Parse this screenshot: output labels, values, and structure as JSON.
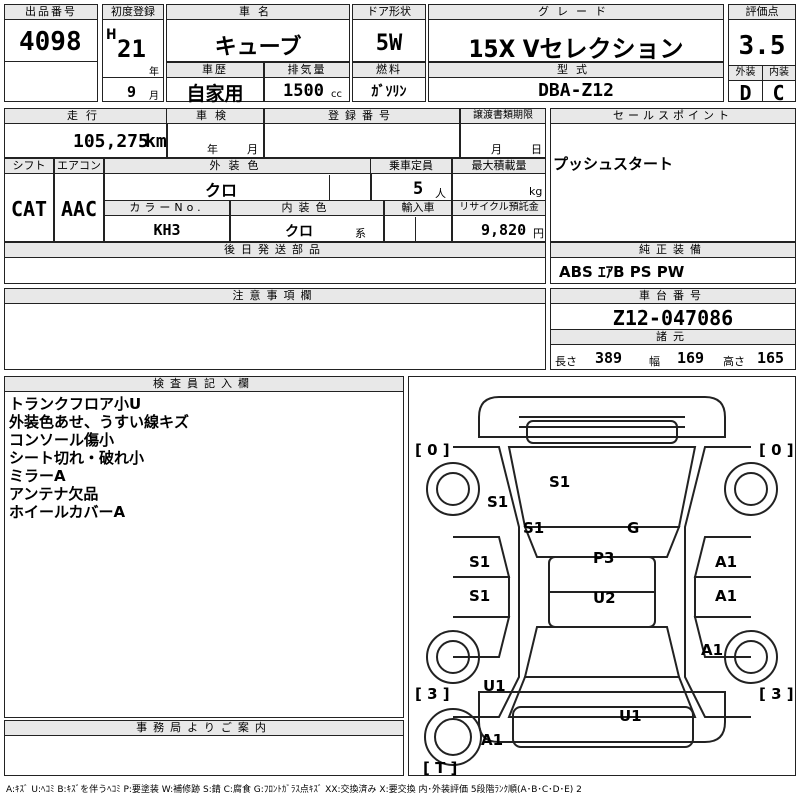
{
  "lot": {
    "label": "出品番号",
    "value": "4098"
  },
  "first_reg": {
    "label": "初度登録",
    "era": "H",
    "year": "21",
    "year_unit": "年",
    "month": "9",
    "month_unit": "月"
  },
  "car_name": {
    "label": "車名",
    "value": "キューブ"
  },
  "door": {
    "label": "ドア形状",
    "value": "5W"
  },
  "grade": {
    "label": "グレード",
    "value": "15X Vセレクション"
  },
  "rating": {
    "label": "評価点",
    "value": "3.5",
    "exterior_label": "外装",
    "exterior": "D",
    "interior_label": "内装",
    "interior": "C"
  },
  "history": {
    "label": "車歴",
    "value": "自家用"
  },
  "displacement": {
    "label": "排気量",
    "value": "1500",
    "unit": "cc"
  },
  "fuel": {
    "label": "燃料",
    "value": "ｶﾞｿﾘﾝ"
  },
  "model": {
    "label": "型式",
    "value": "DBA-Z12"
  },
  "mileage": {
    "label": "走行",
    "value": "105,275",
    "unit": "km"
  },
  "inspection": {
    "label": "車検",
    "year_unit": "年",
    "month_unit": "月"
  },
  "reg_no": {
    "label": "登録番号"
  },
  "transfer": {
    "label": "譲渡書類期限",
    "month_unit": "月",
    "day_unit": "日"
  },
  "sales_point": {
    "label": "セールスポイント",
    "value": "プッシュスタート"
  },
  "shift": {
    "label": "シフト",
    "value": "CAT"
  },
  "ac": {
    "label": "エアコン",
    "value": "AAC"
  },
  "ext_color": {
    "label": "外装色",
    "value": "クロ"
  },
  "capacity": {
    "label": "乗車定員",
    "value": "5",
    "unit": "人"
  },
  "max_load": {
    "label": "最大積載量",
    "unit": "kg"
  },
  "color_no": {
    "label": "カラーNo.",
    "value": "KH3"
  },
  "int_color": {
    "label": "内装色",
    "value": "クロ",
    "unit": "系"
  },
  "import": {
    "label": "輸入車"
  },
  "recycle": {
    "label": "リサイクル預託金",
    "value": "9,820",
    "unit": "円"
  },
  "later_parts": {
    "label": "後日発送部品"
  },
  "genuine_equip": {
    "label": "純正装備",
    "value": "ABS ｴｱB PS PW"
  },
  "caution": {
    "label": "注意事項欄"
  },
  "chassis": {
    "label": "車台番号",
    "value": "Z12-047086"
  },
  "specs": {
    "label": "諸元",
    "length_label": "長さ",
    "length": "389",
    "width_label": "幅",
    "width": "169",
    "height_label": "高さ",
    "height": "165"
  },
  "inspector": {
    "label": "検査員記入欄",
    "notes": [
      "トランクフロア小U",
      "外装色あせ、うすい線キズ",
      "コンソール傷小",
      "シート切れ・破れ小",
      "ミラーA",
      "アンテナ欠品",
      "ホイールカバーA"
    ]
  },
  "office": {
    "label": "事務局よりご案内"
  },
  "diagram": {
    "tire_fl": "[ 0 ]",
    "tire_fr": "[ 0 ]",
    "tire_rl": "[ 3 ]",
    "tire_rr": "[ 3 ]",
    "tire_spare": "[ T ]",
    "marks": [
      "S1",
      "S1",
      "S1",
      "G",
      "S1",
      "S1",
      "P3",
      "U2",
      "A1",
      "A1",
      "A1",
      "U1",
      "U1",
      "A1"
    ]
  },
  "legend": "A:ｷｽﾞ U:ﾍｺﾐ B:ｷｽﾞを伴うﾍｺﾐ P:要塗装 W:補修跡 S:錆 C:腐食 G:ﾌﾛﾝﾄｶﾞﾗｽ点ｷｽﾞ XX:交換済み X:要交換 内･外装評価 5段階ﾗﾝｸ順(A･B･C･D･E) 2"
}
